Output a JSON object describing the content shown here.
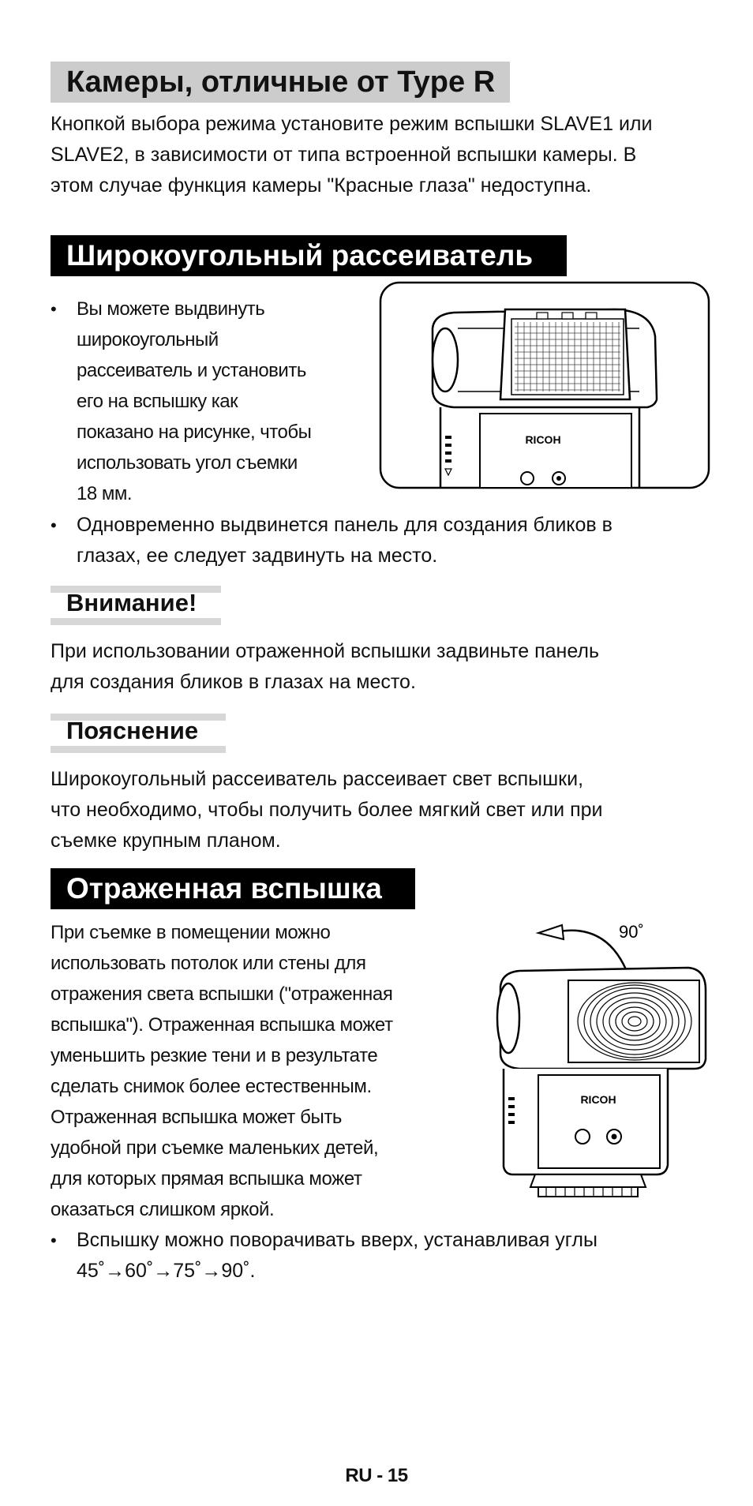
{
  "section1": {
    "heading": "Камеры, отличные от Type R",
    "text": "Кнопкой выбора режима установите режим вспышки SLAVE1 или\nSLAVE2, в зависимости от типа встроенной вспышки камеры. В\nэтом случае функция камеры \"Красные глаза\" недоступна."
  },
  "section2": {
    "heading": "Широкоугольный рассеиватель",
    "bullets": [
      "Вы можете выдвинуть\nширокоугольный\nрассеиватель и установить\nего на вспышку как\nпоказано на рисунке, чтобы\nиспользовать угол съемки\n18 мм.",
      "Одновременно выдвинется панель для создания бликов в\nглазах, ее следует задвинуть на место."
    ],
    "illustration_brand": "RICOH"
  },
  "warning": {
    "heading": "Внимание!",
    "text": "При использовании отраженной вспышки задвиньте панель\nдля создания бликов в глазах на место."
  },
  "note": {
    "heading": "Пояснение",
    "text": "Широкоугольный рассеиватель рассеивает свет вспышки,\nчто необходимо, чтобы получить более мягкий свет или при\nсъемке крупным планом."
  },
  "section3": {
    "heading": "Отраженная вспышка",
    "text": "При съемке в помещении можно\nиспользовать потолок или стены для\nотражения света вспышки (\"отраженная\nвспышка\"). Отраженная вспышка может\nуменьшить резкие тени и в результате\nсделать снимок более естественным.\nОтраженная вспышка может быть\nудобной при съемке маленьких детей,\nдля которых прямая вспышка может\nоказаться слишком яркой.",
    "bullets": [
      "Вспышку можно поворачивать вверх, устанавливая углы\n45˚→60˚→75˚→90˚."
    ],
    "illustration_angle": "90˚",
    "illustration_brand": "RICOH"
  },
  "footer": {
    "page_number": "RU - 15"
  }
}
